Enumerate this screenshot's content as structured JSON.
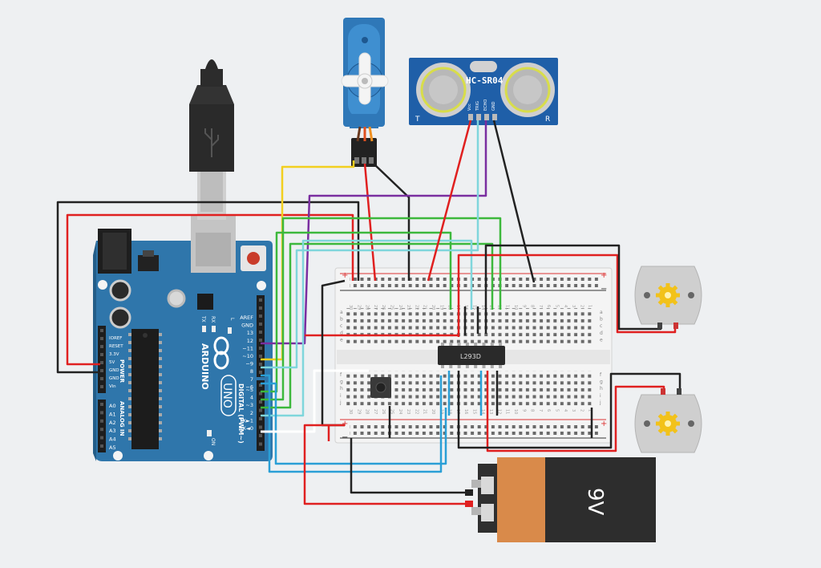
{
  "colors": {
    "background": "#eef0f2",
    "arduino_board": "#2a72a8",
    "breadboard": "#f3f3f3",
    "wire_red": "#e02020",
    "wire_black": "#222222",
    "wire_green": "#3cb83c",
    "wire_blue": "#2a9fd6",
    "wire_cyan": "#7fd6dc",
    "wire_yellow": "#f2cf1f",
    "wire_purple": "#7a2ea0",
    "wire_white": "#ffffff",
    "battery_copper": "#d98a4a",
    "battery_black": "#2d2d2d",
    "motor_gear": "#f2c21a"
  },
  "arduino": {
    "name": "ARDUINO",
    "model": "UNO",
    "digital_label": "DIGITAL (PWM~)",
    "power_label": "POWER",
    "analog_label": "ANALOG IN",
    "on_label": "ON",
    "tx_label": "TX",
    "rx_label": "RX",
    "l_label": "L",
    "power_pins": [
      "IOREF",
      "RESET",
      "3.3V",
      "5V",
      "GND",
      "GND",
      "Vin"
    ],
    "analog_pins": [
      "A0",
      "A1",
      "A2",
      "A3",
      "A4",
      "A5"
    ],
    "digital_pins": [
      "AREF",
      "GND",
      "13",
      "12",
      "~11",
      "~10",
      "~9",
      "8",
      "7",
      "~6",
      "~5",
      "4",
      "~3",
      "2",
      "TX►1",
      "RX◄0"
    ]
  },
  "ultrasonic": {
    "model": "HC-SR04",
    "pins": [
      "Vcc",
      "TRIG",
      "ECHO",
      "GND"
    ],
    "left_mark": "T",
    "right_mark": "R"
  },
  "ic": {
    "label": "L293D"
  },
  "battery": {
    "label": "9V"
  },
  "breadboard": {
    "plus": "+",
    "minus": "−",
    "rows_top": [
      "a",
      "b",
      "c",
      "d",
      "e"
    ],
    "rows_bottom": [
      "f",
      "g",
      "h",
      "i",
      "j"
    ],
    "columns": [
      "30",
      "29",
      "28",
      "27",
      "26",
      "25",
      "24",
      "23",
      "22",
      "21",
      "20",
      "19",
      "18",
      "17",
      "16",
      "15",
      "14",
      "13",
      "12",
      "11",
      "10",
      "9",
      "8",
      "7",
      "6",
      "5",
      "4",
      "3",
      "2",
      "1"
    ]
  },
  "components": {
    "usb_cable": "usb-cable",
    "servo": "servo-motor",
    "pushbutton": "pushbutton",
    "motor_top": "dc-motor-top",
    "motor_bottom": "dc-motor-bottom"
  }
}
